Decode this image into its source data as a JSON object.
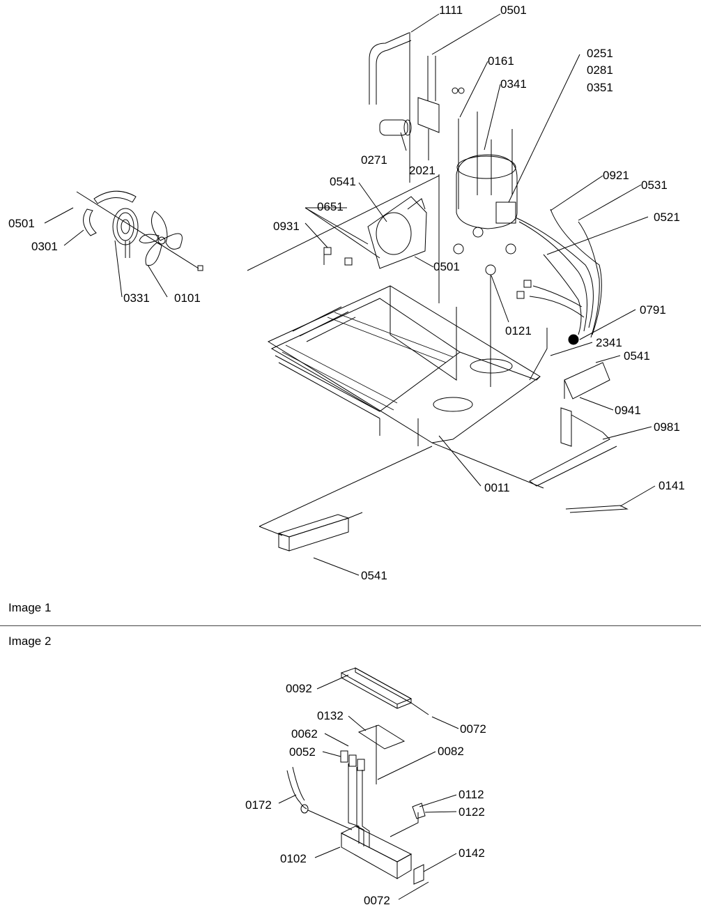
{
  "image1": {
    "caption": "Image 1",
    "parts": [
      "1111",
      "0501",
      "0161",
      "0341",
      "0251",
      "0281",
      "0351",
      "0271",
      "2021",
      "0541",
      "0921",
      "0531",
      "0501",
      "0651",
      "0931",
      "0521",
      "0301",
      "0331",
      "0101",
      "0501",
      "0121",
      "0791",
      "2341",
      "0541",
      "0941",
      "0981",
      "0011",
      "0141",
      "0541"
    ]
  },
  "image2": {
    "caption": "Image 2",
    "parts": [
      "0092",
      "0072",
      "0132",
      "0062",
      "0052",
      "0082",
      "0172",
      "0112",
      "0122",
      "0102",
      "0142",
      "0072"
    ]
  }
}
